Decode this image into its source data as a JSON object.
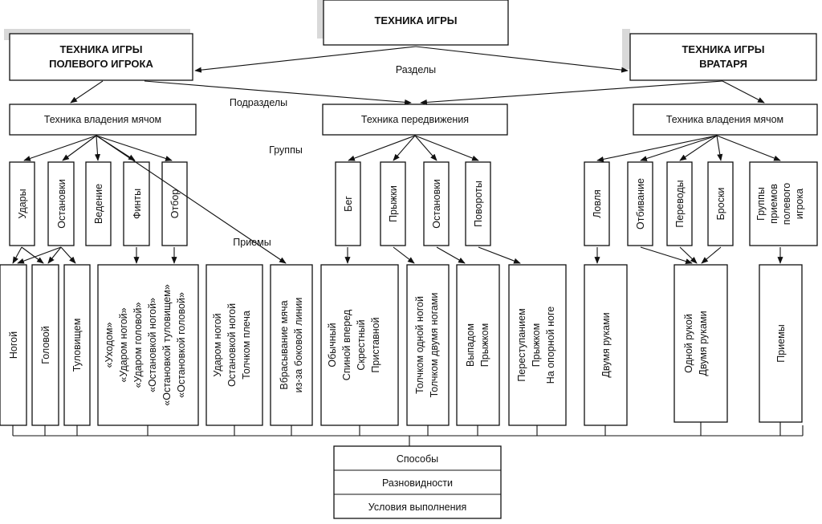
{
  "root": "ТЕХНИКА ИГРЫ",
  "field_player": [
    "ТЕХНИКА ИГРЫ",
    "ПОЛЕВОГО ИГРОКА"
  ],
  "goalkeeper": [
    "ТЕХНИКА ИГРЫ",
    "ВРАТАРЯ"
  ],
  "labels": {
    "sections": "Разделы",
    "subsections": "Подразделы",
    "groups": "Группы",
    "techniques": "Приемы"
  },
  "subsections": {
    "ball_left": "Техника владения мячом",
    "movement": "Техника передвижения",
    "ball_right": "Техника владения мячом"
  },
  "groups": {
    "udary": "Удары",
    "ostanovki": "Остановки",
    "vedenie": "Ведение",
    "finty": "Финты",
    "otbor": "Отбор",
    "beg": "Бег",
    "pryzhki": "Прыжки",
    "ostanovki2": "Остановки",
    "povoroty": "Повороты",
    "lovlya": "Ловля",
    "otbivanie": "Отбивание",
    "perevody": "Переводы",
    "broski": "Броски",
    "gruppy_priemov": [
      "Группы",
      "приемов",
      "полевого",
      "игрока"
    ]
  },
  "techniques": {
    "nogoi": [
      "Ногой"
    ],
    "golovoi": [
      "Головой"
    ],
    "tulovishchem": [
      "Туловищем"
    ],
    "finty_list": [
      "«Уходом»",
      "«Ударом ногой»",
      "«Ударом головой»",
      "«Остановкой ногой»",
      "«Остановкой туловищем»",
      "«Остановкой головой»"
    ],
    "otbor_list": [
      "Ударом ногой",
      "Остановкой ногой",
      "Толчком плеча"
    ],
    "vbrasyvanie": [
      "Вбрасывание мяча",
      "из-за боковой линии"
    ],
    "beg_list": [
      "Обычный",
      "Спиной вперед",
      "Скрестный",
      "Приставной"
    ],
    "pryzhki_list": [
      "Толчком одной ногой",
      "Толчком двумя ногами"
    ],
    "ostanovki_list": [
      "Выпадом",
      "Прыжком"
    ],
    "povoroty_list": [
      "Переступанием",
      "Прыжком",
      "На опорной ноге"
    ],
    "lovlya_list": [
      "Двумя руками"
    ],
    "otbivanie_list": [
      "Одной рукой",
      "Двумя руками"
    ],
    "priemy": [
      "Приемы"
    ]
  },
  "bottom": [
    "Способы",
    "Разновидности",
    "Условия выполнения"
  ]
}
